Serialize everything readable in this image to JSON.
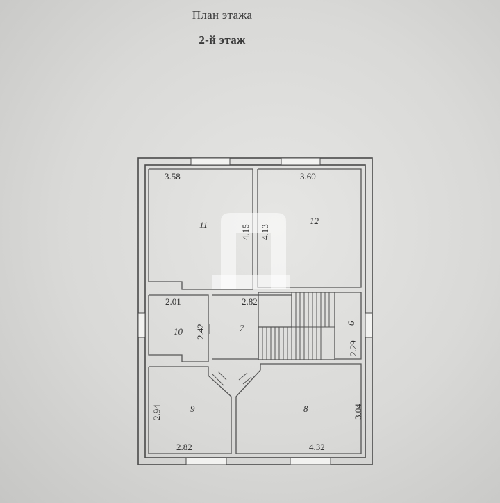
{
  "header": {
    "title": "План этажа",
    "subtitle": "2-й этаж"
  },
  "rooms": [
    {
      "id": "11",
      "label": "11"
    },
    {
      "id": "12",
      "label": "12"
    },
    {
      "id": "10",
      "label": "10"
    },
    {
      "id": "7",
      "label": "7"
    },
    {
      "id": "6",
      "label": "6"
    },
    {
      "id": "9",
      "label": "9"
    },
    {
      "id": "8",
      "label": "8"
    }
  ],
  "dimensions": {
    "room11_width": "3.58",
    "room12_width": "3.60",
    "room11_height": "4.15",
    "room12_height": "4.13",
    "room10_width": "2.01",
    "hall7_width": "2.82",
    "room10_height": "2.42",
    "room6_height": "2.29",
    "room9_height": "2.94",
    "room9_width": "2.82",
    "room8_width": "4.32",
    "room8_height": "3.04"
  },
  "colors": {
    "background": "#dcdcda",
    "lines": "#4a4a4a"
  }
}
